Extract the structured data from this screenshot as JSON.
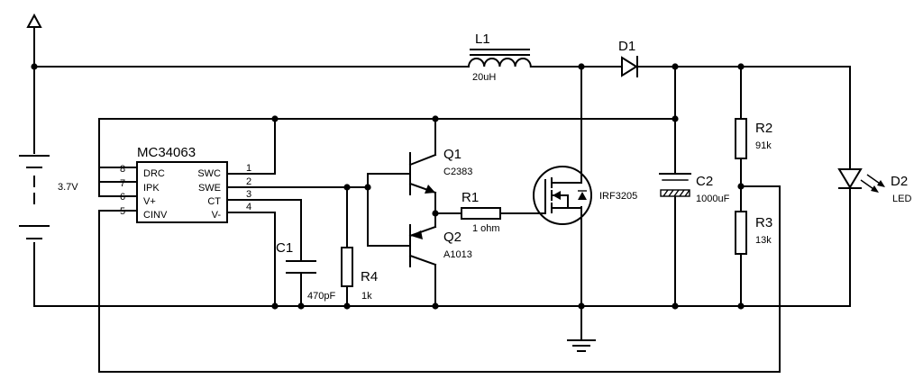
{
  "chip": {
    "name": "MC34063",
    "left_pins": [
      {
        "num": "8",
        "name": "DRC"
      },
      {
        "num": "7",
        "name": "IPK"
      },
      {
        "num": "6",
        "name": "V+"
      },
      {
        "num": "5",
        "name": "CINV"
      }
    ],
    "right_pins": [
      {
        "num": "1",
        "name": "SWC"
      },
      {
        "num": "2",
        "name": "SWE"
      },
      {
        "num": "3",
        "name": "CT"
      },
      {
        "num": "4",
        "name": "V-"
      }
    ]
  },
  "battery": {
    "value": "3.7V"
  },
  "L1": {
    "ref": "L1",
    "value": "20uH"
  },
  "D1": {
    "ref": "D1"
  },
  "D2": {
    "ref": "D2",
    "value": "LED"
  },
  "Q1": {
    "ref": "Q1",
    "value": "C2383"
  },
  "Q2": {
    "ref": "Q2",
    "value": "A1013"
  },
  "R1": {
    "ref": "R1",
    "value": "1 ohm"
  },
  "R2": {
    "ref": "R2",
    "value": "91k"
  },
  "R3": {
    "ref": "R3",
    "value": "13k"
  },
  "R4": {
    "ref": "R4",
    "value": "1k"
  },
  "C1": {
    "ref": "C1",
    "value": "470pF"
  },
  "C2": {
    "ref": "C2",
    "value": "1000uF"
  },
  "M1": {
    "value": "IRF3205"
  }
}
